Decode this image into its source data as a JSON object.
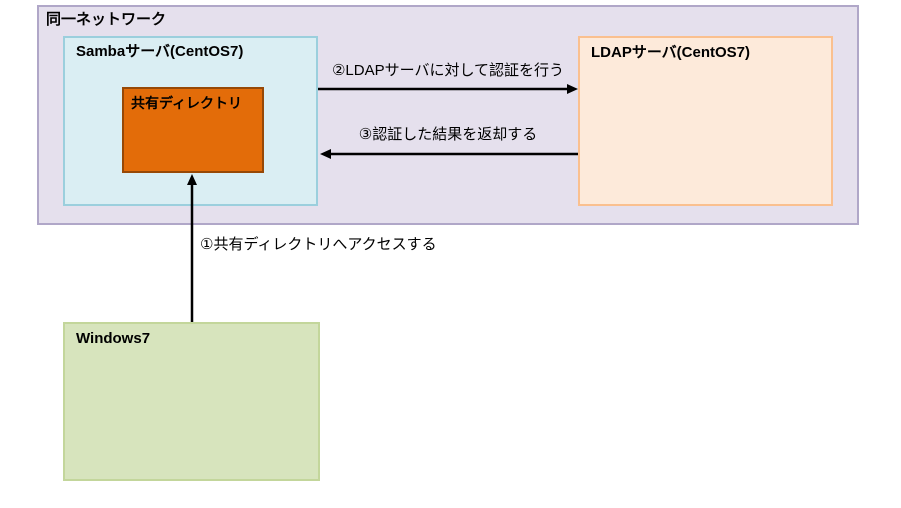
{
  "diagram": {
    "arrow_color": "#000000",
    "network_group": {
      "label": "同一ネットワーク",
      "fill": "#e5e0ed",
      "border": "#b0a7c8"
    },
    "nodes": {
      "samba": {
        "label": "Sambaサーバ(CentOS7)",
        "fill": "#daeef3",
        "border": "#9bcfdd"
      },
      "shared_dir": {
        "label": "共有ディレクトリ",
        "fill": "#e36c09",
        "border": "#974806"
      },
      "ldap": {
        "label": "LDAPサーバ(CentOS7)",
        "fill": "#fdeada",
        "border": "#fac08f"
      },
      "windows7": {
        "label": "Windows7",
        "fill": "#d7e4bd",
        "border": "#c3d69b"
      }
    },
    "arrows": {
      "access": {
        "label": "①共有ディレクトリへアクセスする",
        "from": "windows7",
        "to": "shared_dir",
        "direction": "up"
      },
      "auth": {
        "label": "②LDAPサーバに対して認証を行う",
        "from": "samba",
        "to": "ldap",
        "direction": "right"
      },
      "return": {
        "label": "③認証した結果を返却する",
        "from": "ldap",
        "to": "samba",
        "direction": "left"
      }
    }
  }
}
